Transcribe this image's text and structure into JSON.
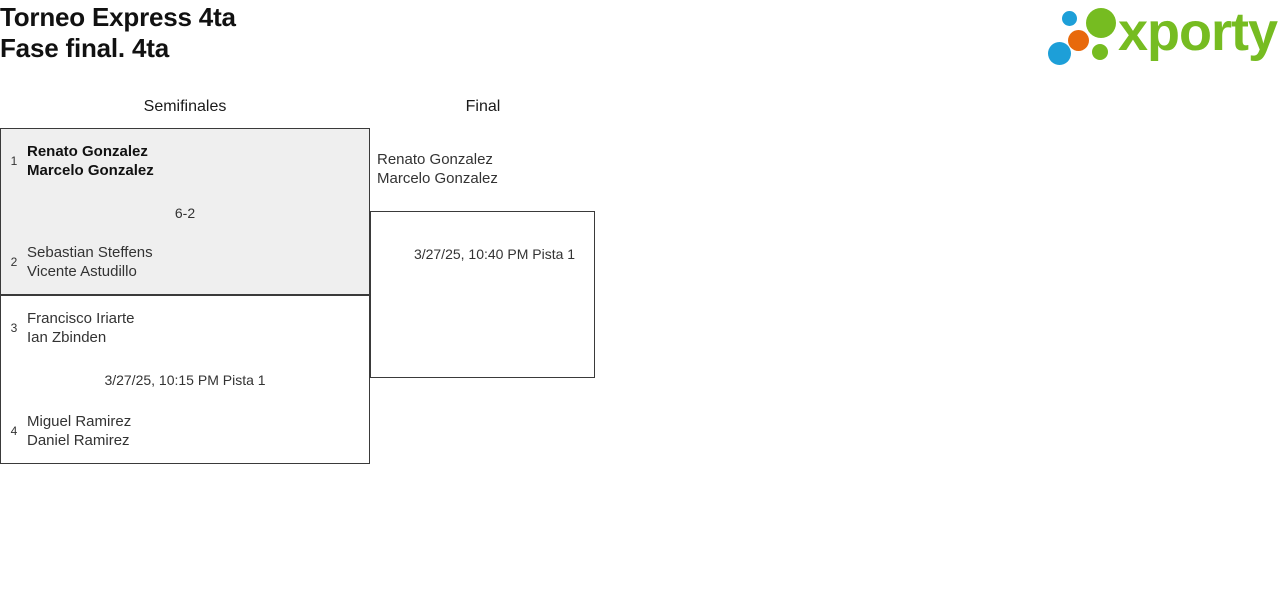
{
  "header": {
    "title_line1": "Torneo Express 4ta",
    "title_line2": "Fase final. 4ta",
    "logo": {
      "text": "xporty",
      "colors": {
        "green": "#76bc21",
        "blue": "#1d9fd8",
        "orange": "#e8690b"
      }
    }
  },
  "rounds": [
    {
      "name": "semifinals",
      "label": "Semifinales"
    },
    {
      "name": "final",
      "label": "Final"
    }
  ],
  "matches": {
    "semifinal_1": {
      "top": {
        "seed": "1",
        "player1": "Renato Gonzalez",
        "player2": "Marcelo Gonzalez",
        "winner": true
      },
      "bottom": {
        "seed": "2",
        "player1": "Sebastian Steffens",
        "player2": "Vicente Astudillo",
        "winner": false
      },
      "info": "6-2"
    },
    "semifinal_2": {
      "top": {
        "seed": "3",
        "player1": "Francisco Iriarte",
        "player2": "Ian Zbinden",
        "winner": false
      },
      "bottom": {
        "seed": "4",
        "player1": "Miguel Ramirez",
        "player2": "Daniel Ramirez",
        "winner": false
      },
      "info": "3/27/25, 10:15 PM Pista 1"
    },
    "final": {
      "top": {
        "seed": "",
        "player1": "Renato Gonzalez",
        "player2": "Marcelo Gonzalez",
        "winner": false
      },
      "info": "3/27/25, 10:40 PM Pista 1"
    }
  }
}
